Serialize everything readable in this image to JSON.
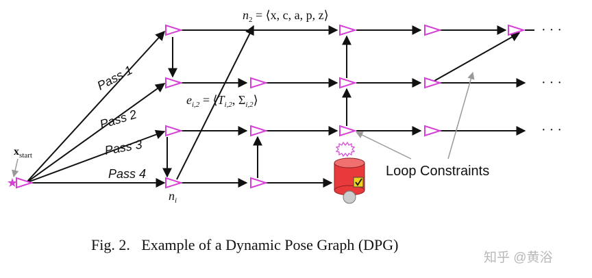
{
  "labels": {
    "pass1": "Pass 1",
    "pass2": "Pass 2",
    "pass3": "Pass 3",
    "pass4": "Pass 4",
    "x_start_main": "x",
    "x_start_sub": "start",
    "n2_main": "n",
    "n2_sub": "2",
    "n2_rest": " = ⟨x, c, a, p, z⟩",
    "edge_main": "e",
    "edge_sub": "i,2",
    "edge_eq": " = ⟨",
    "edge_T": "T",
    "edge_T_sub": "i,2",
    "edge_sep": ", ",
    "edge_Sigma": "Σ",
    "edge_Sigma_sub": "i,2",
    "edge_close": "⟩",
    "ni_main": "n",
    "ni_sub": "i",
    "loop_constraints": "Loop Constraints",
    "ellipsis_row1": "· · ·",
    "ellipsis_row2": "· · ·",
    "ellipsis_row3": "· · ·"
  },
  "caption": "Fig. 2.   Example of a Dynamic Pose Graph (DPG)",
  "watermark": "知乎 @黄浴",
  "colors": {
    "node_stroke": "#d63fd6",
    "edge": "#111111",
    "pointer": "#999999",
    "robot_body": "#e83a3a",
    "robot_wheel": "#cccccc",
    "check_box": "#f2d21b"
  }
}
